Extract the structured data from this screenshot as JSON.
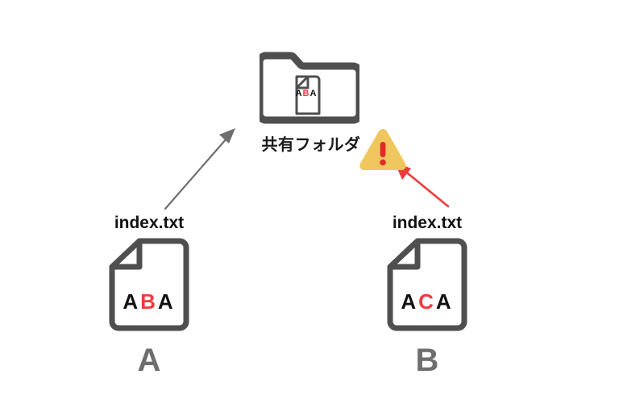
{
  "diagram": {
    "background_color": "#ffffff",
    "outline_color": "#4f4f4f",
    "accent_red": "#f03a3e",
    "warning_fill": "#efc75e",
    "owner_label_color": "#6e6e6e"
  },
  "shared_folder": {
    "label": "共有フォルダ",
    "icon_name": "shared-folder-icon",
    "document_letters": {
      "left": "A",
      "middle": "B",
      "middle_color": "#f03a3e",
      "right": "A",
      "full": "ABA"
    }
  },
  "warning": {
    "icon_name": "warning-triangle-icon",
    "glyph": "!",
    "fill": "#efc75e",
    "mark_color": "#e02b2b"
  },
  "documents": [
    {
      "id": "a",
      "filename": "index.txt",
      "owner": "A",
      "letters": {
        "left": "A",
        "middle": "B",
        "right": "A",
        "full": "ABA"
      },
      "highlight_color": "#f03a3e"
    },
    {
      "id": "b",
      "filename": "index.txt",
      "owner": "B",
      "letters": {
        "left": "A",
        "middle": "C",
        "right": "A",
        "full": "ACA"
      },
      "highlight_color": "#f03a3e"
    }
  ],
  "arrows": [
    {
      "id": "upload-a",
      "name": "gray-upload-arrow",
      "color": "#6e6e6e",
      "from": "document-a",
      "to": "shared-folder"
    },
    {
      "id": "conflict-b",
      "name": "red-conflict-arrow",
      "color": "#ef3b3b",
      "from": "document-b",
      "to": "warning-badge"
    }
  ]
}
